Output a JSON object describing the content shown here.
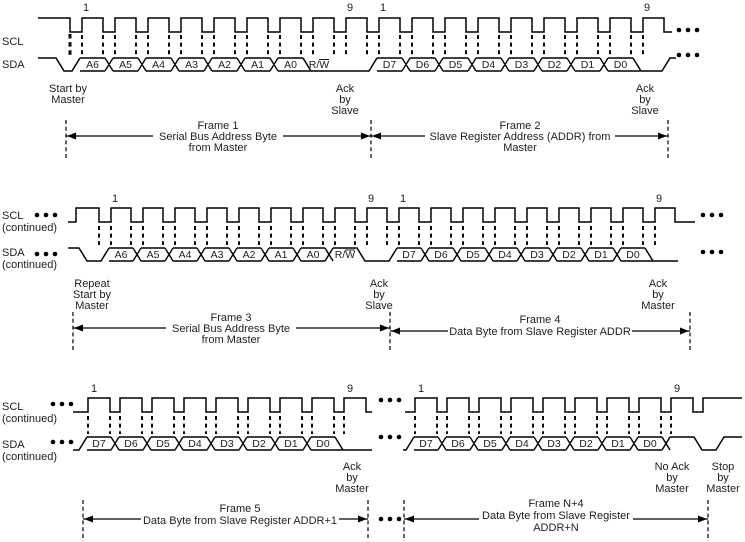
{
  "rows": [
    {
      "scl_label": "SCL",
      "scl_sub": "",
      "sda_label": "SDA",
      "sda_sub": "",
      "frames": [
        {
          "clock_first": "1",
          "clock_last": "9",
          "bits": [
            "A6",
            "A5",
            "A4",
            "A3",
            "A2",
            "A1",
            "A0"
          ],
          "rw": "R/W",
          "title": [
            "Frame 1",
            "Serial Bus Address Byte",
            "from Master"
          ]
        },
        {
          "clock_first": "1",
          "clock_last": "9",
          "bits": [
            "D7",
            "D6",
            "D5",
            "D4",
            "D3",
            "D2",
            "D1",
            "D0"
          ],
          "title": [
            "Frame 2",
            "Slave Register Address (ADDR) from",
            "Master"
          ]
        }
      ],
      "annotations": [
        {
          "lines": [
            "Start by",
            "Master"
          ]
        },
        {
          "lines": [
            "Ack",
            "by",
            "Slave"
          ]
        },
        {
          "lines": [
            "Ack",
            "by",
            "Slave"
          ]
        }
      ]
    },
    {
      "scl_label": "SCL",
      "scl_sub": "(continued)",
      "sda_label": "SDA",
      "sda_sub": "(continued)",
      "frames": [
        {
          "clock_first": "1",
          "clock_last": "9",
          "bits": [
            "A6",
            "A5",
            "A4",
            "A3",
            "A2",
            "A1",
            "A0"
          ],
          "rw": "R/W",
          "title": [
            "Frame 3",
            "Serial Bus Address Byte",
            "from Master"
          ]
        },
        {
          "clock_first": "1",
          "clock_last": "9",
          "bits": [
            "D7",
            "D6",
            "D5",
            "D4",
            "D3",
            "D2",
            "D1",
            "D0"
          ],
          "title": [
            "Frame 4",
            "Data Byte from Slave Register ADDR"
          ]
        }
      ],
      "annotations": [
        {
          "lines": [
            "Repeat",
            "Start by",
            "Master"
          ]
        },
        {
          "lines": [
            "Ack",
            "by",
            "Slave"
          ]
        },
        {
          "lines": [
            "Ack",
            "by",
            "Master"
          ]
        }
      ]
    },
    {
      "scl_label": "SCL",
      "scl_sub": "(continued)",
      "sda_label": "SDA",
      "sda_sub": "(continued)",
      "frames": [
        {
          "clock_first": "1",
          "clock_last": "9",
          "bits": [
            "D7",
            "D6",
            "D5",
            "D4",
            "D3",
            "D2",
            "D1",
            "D0"
          ],
          "title": [
            "Frame 5",
            "Data Byte from Slave Register ADDR+1"
          ]
        },
        {
          "clock_first": "1",
          "clock_last": "9",
          "bits": [
            "D7",
            "D6",
            "D5",
            "D4",
            "D3",
            "D2",
            "D1",
            "D0"
          ],
          "title": [
            "Frame N+4",
            "Data Byte from Slave Register",
            "ADDR+N"
          ]
        }
      ],
      "annotations": [
        {
          "lines": [
            "Ack",
            "by",
            "Master"
          ]
        },
        {
          "lines": [
            "No Ack",
            "by",
            "Master"
          ]
        },
        {
          "lines": [
            "Stop",
            "by",
            "Master"
          ]
        }
      ]
    }
  ]
}
